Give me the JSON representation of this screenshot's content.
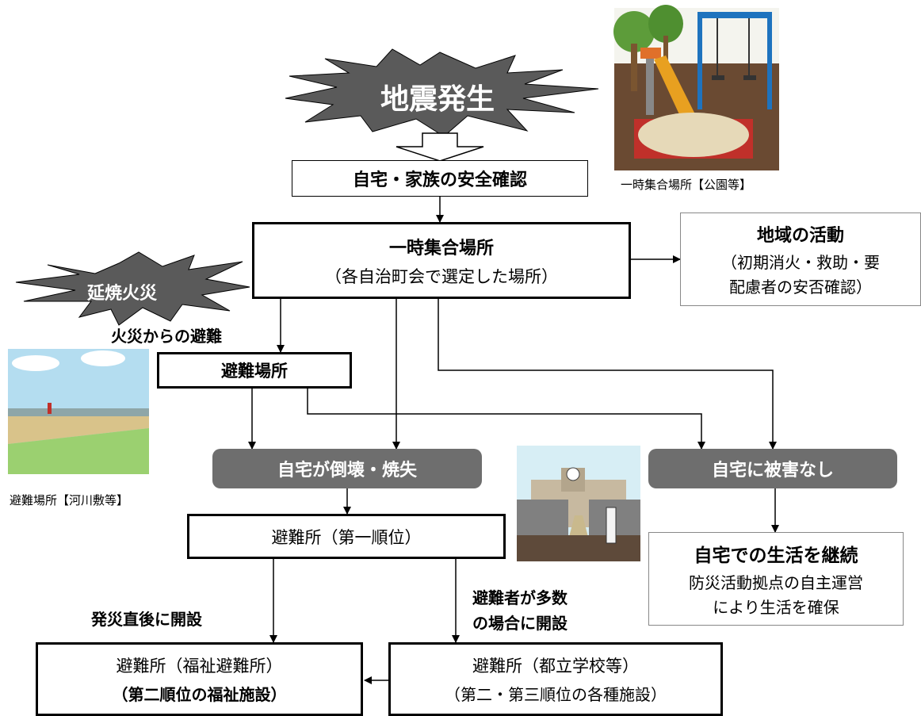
{
  "burst_main": "地震発生",
  "burst_fire": "延焼火災",
  "safety_check": "自宅・家族の安全確認",
  "assembly": {
    "title": "一時集合場所",
    "sub": "（各自治町会で選定した場所）"
  },
  "community": {
    "title": "地域の活動",
    "line1": "（初期消火・救助・要",
    "line2": "配慮者の安否確認）"
  },
  "fire_evac_label": "火災からの避難",
  "evac_site": "避難場所",
  "home_destroyed": "自宅が倒壊・焼失",
  "home_ok": "自宅に被害なし",
  "shelter_first": "避難所（第一順位）",
  "continue_home": {
    "title": "自宅での生活を継続",
    "line1": "防災活動拠点の自主運営",
    "line2": "により生活を確保"
  },
  "label_open_immediately": "発災直後に開設",
  "label_open_many": {
    "line1": "避難者が多数",
    "line2": "の場合に開設"
  },
  "welfare_shelter": {
    "title": "避難所（福祉避難所）",
    "sub": "（第二順位の福祉施設）"
  },
  "school_shelter": {
    "title": "避難所（都立学校等）",
    "sub": "（第二・第三順位の各種施設）"
  },
  "caption_park": "一時集合場所【公園等】",
  "caption_river": "避難場所【河川敷等】",
  "colors": {
    "burst_fill": "#5a5a5a",
    "grey_box": "#6e6e6e",
    "line": "#000000"
  }
}
